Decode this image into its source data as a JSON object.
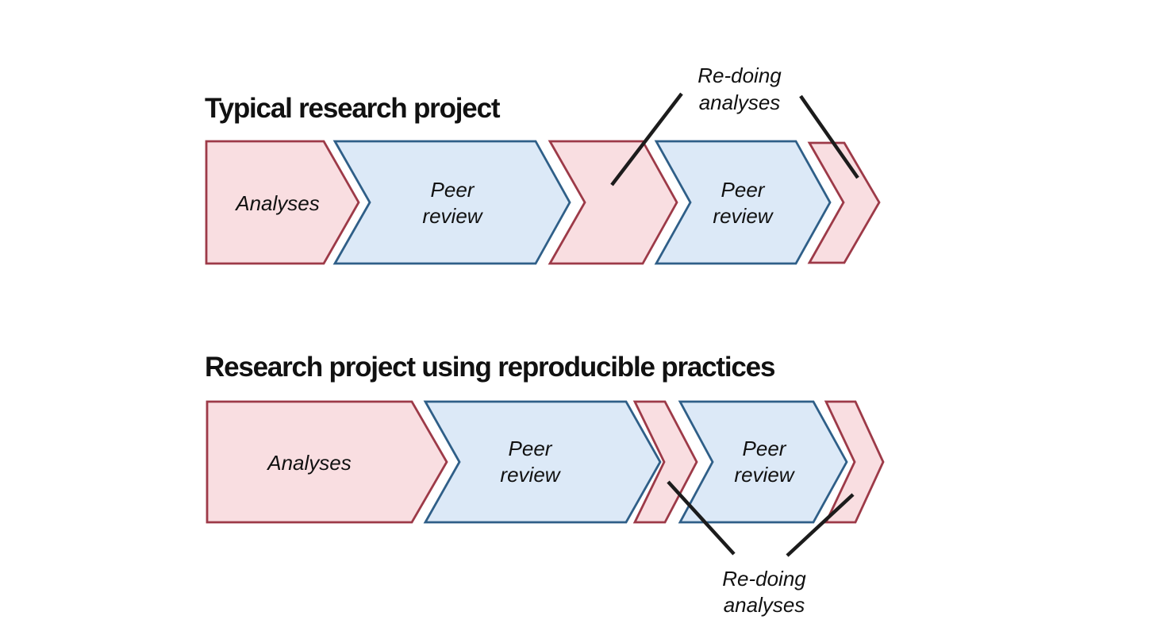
{
  "colors": {
    "background": "#ffffff",
    "pink_fill": "#f9dee1",
    "pink_stroke": "#9d3a48",
    "blue_fill": "#dce9f7",
    "blue_stroke": "#2f5f88",
    "annotation_line": "#1c1c1c",
    "text": "#111111"
  },
  "row1": {
    "title": "Typical research project",
    "stages": [
      {
        "name": "analyses",
        "label": "Analyses"
      },
      {
        "name": "peer-review-1",
        "label_line1": "Peer",
        "label_line2": "review"
      },
      {
        "name": "redo-analyses-1",
        "label": ""
      },
      {
        "name": "peer-review-2",
        "label_line1": "Peer",
        "label_line2": "review"
      },
      {
        "name": "redo-analyses-2",
        "label": ""
      }
    ],
    "annotation": {
      "line1": "Re-doing",
      "line2": "analyses"
    }
  },
  "row2": {
    "title": "Research project using reproducible practices",
    "stages": [
      {
        "name": "analyses",
        "label": "Analyses"
      },
      {
        "name": "peer-review-1",
        "label_line1": "Peer",
        "label_line2": "review"
      },
      {
        "name": "redo-analyses-1",
        "label": ""
      },
      {
        "name": "peer-review-2",
        "label_line1": "Peer",
        "label_line2": "review"
      },
      {
        "name": "redo-analyses-2",
        "label": ""
      }
    ],
    "annotation": {
      "line1": "Re-doing",
      "line2": "analyses"
    }
  }
}
